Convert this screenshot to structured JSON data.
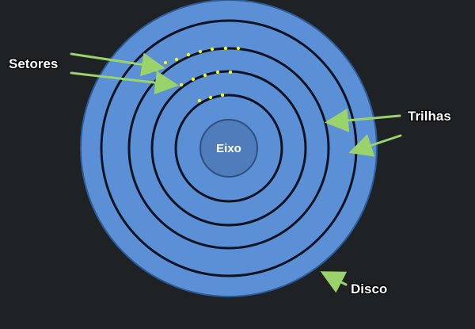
{
  "labels": {
    "center": "Eixo",
    "sectors": "Setores",
    "tracks": "Trilhas",
    "disk": "Disco"
  },
  "colors": {
    "background": "#1f2225",
    "disk_fill": "#5b8fd6",
    "disk_edge": "#2d5b94",
    "track_line": "#0d1220",
    "hub_fill": "#4f7dbb",
    "sector_dots": "#f1f51a",
    "arrow": "#9ad36a"
  },
  "icons": {
    "arrows": "arrow-icon",
    "sector_markers": "sector-dot-icon"
  }
}
